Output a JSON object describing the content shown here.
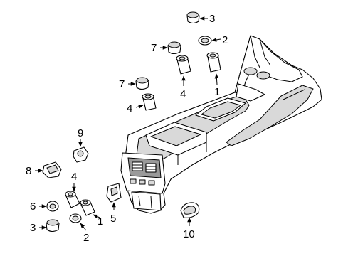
{
  "diagram": {
    "callouts": [
      {
        "id": "c3a",
        "label": "3"
      },
      {
        "id": "c2a",
        "label": "2"
      },
      {
        "id": "c7a",
        "label": "7"
      },
      {
        "id": "c4a",
        "label": "4"
      },
      {
        "id": "c1a",
        "label": "1"
      },
      {
        "id": "c7b",
        "label": "7"
      },
      {
        "id": "c4b",
        "label": "4"
      },
      {
        "id": "c9",
        "label": "9"
      },
      {
        "id": "c8",
        "label": "8"
      },
      {
        "id": "c4c",
        "label": "4"
      },
      {
        "id": "c6",
        "label": "6"
      },
      {
        "id": "c1b",
        "label": "1"
      },
      {
        "id": "c5",
        "label": "5"
      },
      {
        "id": "c3b",
        "label": "3"
      },
      {
        "id": "c2b",
        "label": "2"
      },
      {
        "id": "c10",
        "label": "10"
      }
    ]
  }
}
